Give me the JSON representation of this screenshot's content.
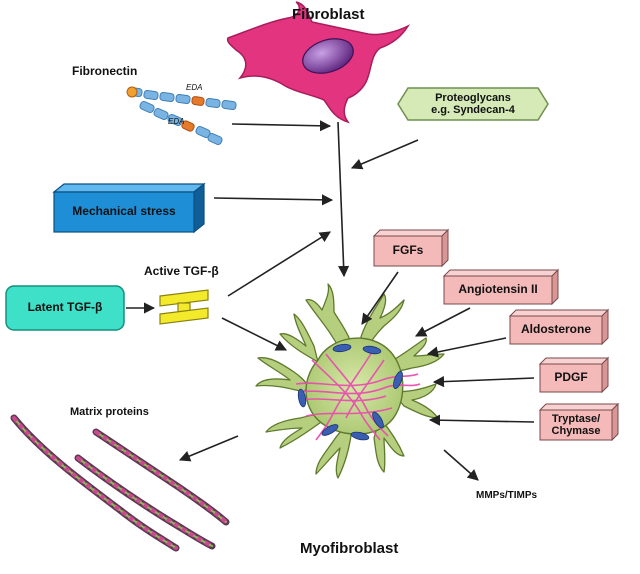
{
  "labels": {
    "fibroblast": "Fibroblast",
    "fibronectin": "Fibronectin",
    "eda_1": "EDA",
    "eda_2": "EDA",
    "proteoglycans_line1": "Proteoglycans",
    "proteoglycans_line2": "e.g. Syndecan-4",
    "mechanical_stress": "Mechanical stress",
    "active_tgf": "Active TGF-β",
    "latent_tgf": "Latent TGF-β",
    "fgfs": "FGFs",
    "angiotensin": "Angiotensin II",
    "aldosterone": "Aldosterone",
    "pdgf": "PDGF",
    "tryptase_line1": "Tryptase/",
    "tryptase_line2": "Chymase",
    "matrix_proteins": "Matrix proteins",
    "mmps": "MMPs/TIMPs",
    "myofibroblast": "Myofibroblast"
  },
  "colors": {
    "fibroblast_body": "#e3347f",
    "fibroblast_nucleus": "#6a2a8c",
    "proteoglycans_fill": "#d6eab8",
    "mechanical_stress_fill": "#1e8fd6",
    "latent_tgf_fill": "#3fe0c8",
    "active_tgf_fill": "#f2ea2a",
    "factor_box_fill": "#f4b9b9",
    "myofibroblast_body": "#b6cf7e",
    "myofibroblast_fiber": "#e84fae",
    "receptor": "#3a5fb0",
    "fibronectin_chain": "#6aa8d8"
  },
  "icons": [
    "fibroblast-cell-icon",
    "fibronectin-chain-icon",
    "active-tgf-beta-icon",
    "myofibroblast-cell-icon",
    "matrix-protein-helix-icon"
  ]
}
